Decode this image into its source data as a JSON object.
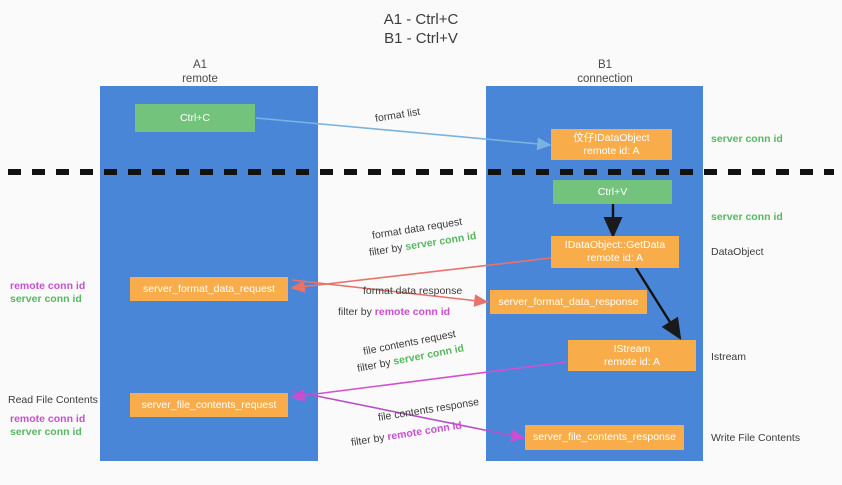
{
  "title": {
    "line1": "A1 - Ctrl+C",
    "line2": "B1 - Ctrl+V"
  },
  "colors": {
    "lane": "#4a86d8",
    "green_box": "#74c37d",
    "orange_box": "#f9ad4a",
    "server_conn": "#57b85f",
    "remote_conn": "#c74fd0",
    "arrow_blue": "#7bb3e0",
    "arrow_red": "#e8736a",
    "arrow_magenta": "#c74fd0",
    "arrow_black": "#1a1a1a",
    "background": "#fafafa"
  },
  "lanes": [
    {
      "id": "a1",
      "title": "A1",
      "subtitle": "remote"
    },
    {
      "id": "b1",
      "title": "B1",
      "subtitle": "connection"
    }
  ],
  "boxes": [
    {
      "id": "ctrl-c",
      "label1": "Ctrl+C",
      "label2": "",
      "style": "green"
    },
    {
      "id": "idataobject",
      "label1": "伩仔IDataObject",
      "label2": "remote id: A",
      "style": "orange"
    },
    {
      "id": "ctrl-v",
      "label1": "Ctrl+V",
      "label2": "",
      "style": "green"
    },
    {
      "id": "idataobject-getdata",
      "label1": "IDataObject::GetData",
      "label2": "remote id: A",
      "style": "orange"
    },
    {
      "id": "server-format-data-request",
      "label1": "server_format_data_request",
      "label2": "",
      "style": "orange"
    },
    {
      "id": "server-format-data-response",
      "label1": "server_format_data_response",
      "label2": "",
      "style": "orange"
    },
    {
      "id": "istream",
      "label1": "IStream",
      "label2": "remote id: A",
      "style": "orange"
    },
    {
      "id": "server-file-contents-request",
      "label1": "server_file_contents_request",
      "label2": "",
      "style": "orange"
    },
    {
      "id": "server-file-contents-response",
      "label1": "server_file_contents_response",
      "label2": "",
      "style": "orange"
    }
  ],
  "edge_labels": {
    "format_list": "format list",
    "format_data_request": "format data request",
    "format_data_request_filter_prefix": "filter by ",
    "format_data_request_filter_value": "server conn id",
    "format_data_response": "format data response",
    "format_data_response_filter_prefix": "filter by ",
    "format_data_response_filter_value": "remote conn id",
    "file_contents_request": "file contents request",
    "file_contents_request_filter_prefix": "filter by ",
    "file_contents_request_filter_value": "server conn id",
    "file_contents_response": "file contents response",
    "file_contents_response_filter_prefix": "filter by ",
    "file_contents_response_filter_value": "remote conn id"
  },
  "right_annotations": [
    {
      "id": "server-conn-id-top",
      "text": "server conn id",
      "kind": "server"
    },
    {
      "id": "server-conn-id-second",
      "text": "server conn id",
      "kind": "server"
    },
    {
      "id": "dataobject",
      "text": "DataObject",
      "kind": "plain"
    },
    {
      "id": "istream-label",
      "text": "Istream",
      "kind": "plain"
    },
    {
      "id": "write-file-contents",
      "text": "Write File Contents",
      "kind": "plain"
    }
  ],
  "left_annotations": {
    "group1_remote": "remote conn id",
    "group1_server": "server conn id",
    "read_file_contents": "Read File Contents",
    "group2_remote": "remote conn id",
    "group2_server": "server conn id"
  }
}
